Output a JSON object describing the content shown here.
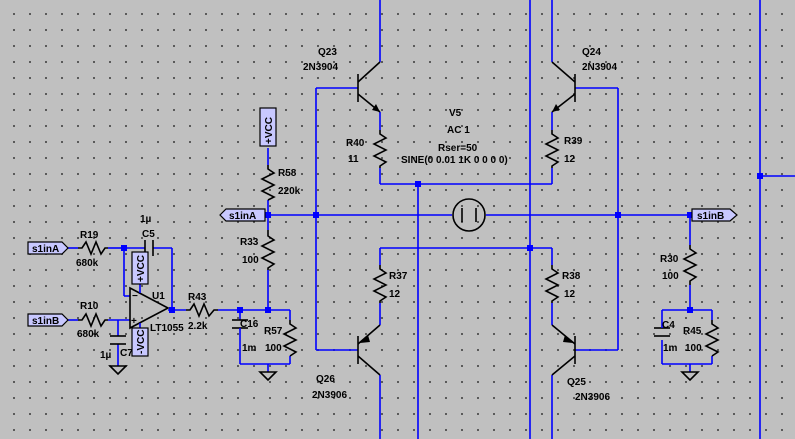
{
  "transistors": {
    "q23": {
      "ref": "Q23",
      "model": "2N3904"
    },
    "q24": {
      "ref": "Q24",
      "model": "2N3904"
    },
    "q26": {
      "ref": "Q26",
      "model": "2N3906"
    },
    "q25": {
      "ref": "Q25",
      "model": "2N3906"
    }
  },
  "resistors": {
    "r40": {
      "ref": "R40",
      "value": "11"
    },
    "r39": {
      "ref": "R39",
      "value": "12"
    },
    "r37": {
      "ref": "R37",
      "value": "12"
    },
    "r38": {
      "ref": "R38",
      "value": "12"
    },
    "r58": {
      "ref": "R58",
      "value": "220k"
    },
    "r33": {
      "ref": "R33",
      "value": "100"
    },
    "r19": {
      "ref": "R19",
      "value": "680k"
    },
    "r10": {
      "ref": "R10",
      "value": "680k"
    },
    "r43": {
      "ref": "R43",
      "value": "2.2k"
    },
    "r57": {
      "ref": "R57",
      "value": "100"
    },
    "r30": {
      "ref": "R30",
      "value": "100"
    },
    "r45": {
      "ref": "R45",
      "value": "100"
    }
  },
  "capacitors": {
    "c5": {
      "ref": "C5",
      "value": "1µ"
    },
    "c7": {
      "ref": "C7",
      "value": "1µ"
    },
    "c16": {
      "ref": "C16",
      "value": "1m"
    },
    "c4": {
      "ref": "C4",
      "value": "1m"
    }
  },
  "opamp": {
    "ref": "U1",
    "model": "LT1055"
  },
  "source": {
    "ref": "V5",
    "ac": "AC 1",
    "rser": "Rser=50",
    "sine": "SINE(0 0.01 1K 0 0 0 0)"
  },
  "net_flags": {
    "s1inA_left": "s1inA",
    "s1inB_right": "s1inB",
    "s1inA_opamp": "s1inA",
    "s1inB_opamp": "s1inB"
  },
  "power": {
    "vcc_top": "+VCC",
    "vcc_opamp": "+VCC",
    "vcc_opamp_neg": "-VCC"
  }
}
